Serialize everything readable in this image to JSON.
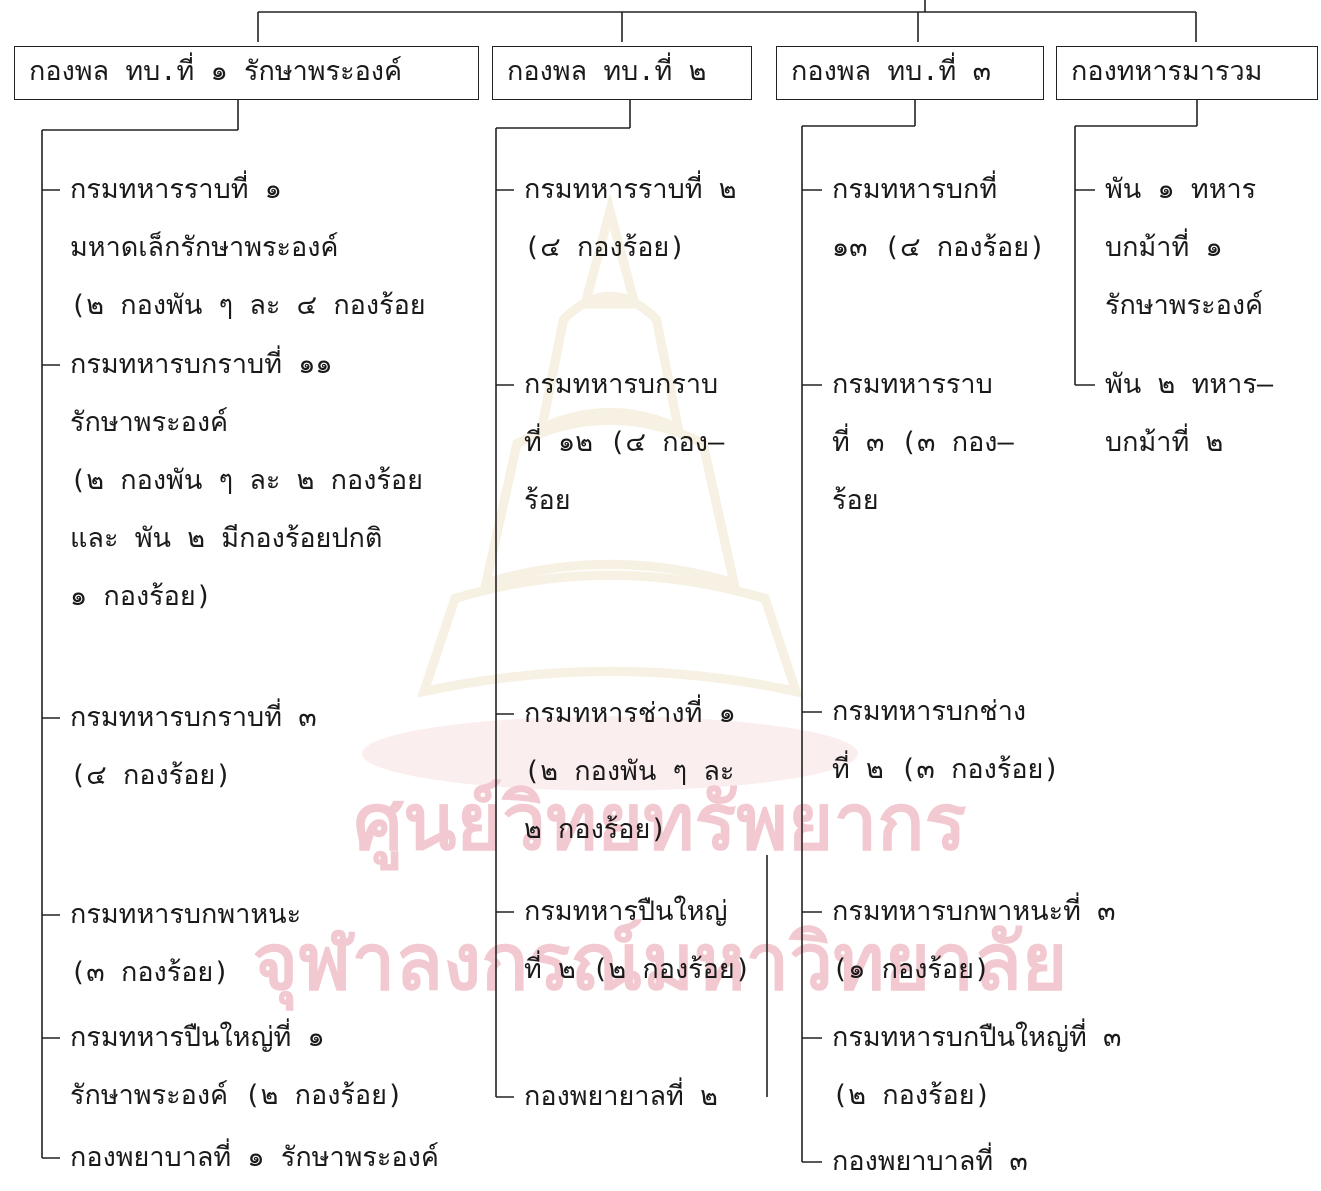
{
  "watermark": {
    "line1": "ศูนย์วิทยทรัพยากร",
    "line2": "จุฬาลงกรณ์มหาวิทยาลัย"
  },
  "headers": [
    "กองพล ทบ.ที่ ๑ รักษาพระองค์",
    "กองพล ทบ.ที่ ๒",
    "กองพล ทบ.ที่ ๓",
    "กองทหารมารวม"
  ],
  "col1": [
    [
      "กรมทหารราบที่ ๑",
      "มหาดเล็กรักษาพระองค์",
      "(๒ กองพัน ๆ ละ ๔ กองร้อย"
    ],
    [
      "กรมทหารบกราบที่ ๑๑",
      "รักษาพระองค์",
      "(๒ กองพัน ๆ ละ ๒ กองร้อย",
      "และ พัน ๒ มีกองร้อยปกติ",
      "๑ กองร้อย)"
    ],
    [
      "กรมทหารบกราบที่ ๓",
      "(๔ กองร้อย)"
    ],
    [
      "กรมทหารบกพาหนะ",
      "(๓ กองร้อย)"
    ],
    [
      "กรมทหารปืนใหญ่ที่ ๑",
      "รักษาพระองค์ (๒ กองร้อย)"
    ],
    [
      "กองพยาบาลที่ ๑ รักษาพระองค์"
    ]
  ],
  "col2": [
    [
      "กรมทหารราบที่ ๒",
      "(๔ กองร้อย)"
    ],
    [
      "กรมทหารบกราบ",
      "ที่ ๑๒ (๔ กอง–",
      "ร้อย"
    ],
    [
      "กรมทหารช่างที่ ๑",
      "(๒ กองพัน ๆ ละ",
      "๒ กองร้อย)"
    ],
    [
      "กรมทหารปืนใหญ่",
      "ที่ ๒ (๒ กองร้อย)"
    ],
    [
      "กองพยายาลที่ ๒"
    ]
  ],
  "col3": [
    [
      "กรมทหารบกที่",
      "๑๓ (๔ กองร้อย)"
    ],
    [
      "กรมทหารราบ",
      "ที่ ๓ (๓ กอง–",
      "ร้อย"
    ],
    [
      "กรมทหารบกช่าง",
      "ที่ ๒ (๓ กองร้อย)"
    ],
    [
      "กรมทหารบกพาหนะที่ ๓",
      "(๑ กองร้อย)"
    ],
    [
      "กรมทหารบกปืนใหญ่ที่ ๓",
      "(๒ กองร้อย)"
    ],
    [
      "กองพยาบาลที่ ๓"
    ]
  ],
  "col4": [
    [
      "พัน ๑ ทหาร",
      "บกม้าที่ ๑",
      "รักษาพระองค์"
    ],
    [
      "พัน ๒ ทหาร–",
      "บกม้าที่ ๒"
    ]
  ]
}
